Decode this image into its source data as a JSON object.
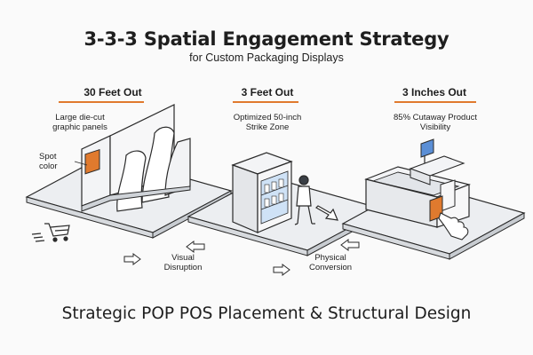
{
  "title": "3-3-3 Spatial Engagement Strategy",
  "subtitle": "for Custom Packaging Displays",
  "zones": [
    {
      "title": "30 Feet Out",
      "labels": [
        "Large die-cut graphic panels",
        "Spot color"
      ]
    },
    {
      "title": "3 Feet Out",
      "labels": [
        "Optimized 50-inch Strike Zone"
      ]
    },
    {
      "title": "3 Inches Out",
      "labels": [
        "85% Cutaway Product Visibility"
      ]
    }
  ],
  "transitions": [
    "Visual Disruption",
    "Physical Conversion"
  ],
  "footer": "Strategic POP POS Placement & Structural Design",
  "colors": {
    "accent": "#e07a2e",
    "screen": "#5b8fd6",
    "shelf_glow": "#cfe2f6",
    "outline": "#2a2a2a",
    "platform": "#eceef1"
  },
  "icons": [
    "shopping-cart-icon",
    "person-icon",
    "hand-pointer-icon",
    "arrow-icon"
  ]
}
